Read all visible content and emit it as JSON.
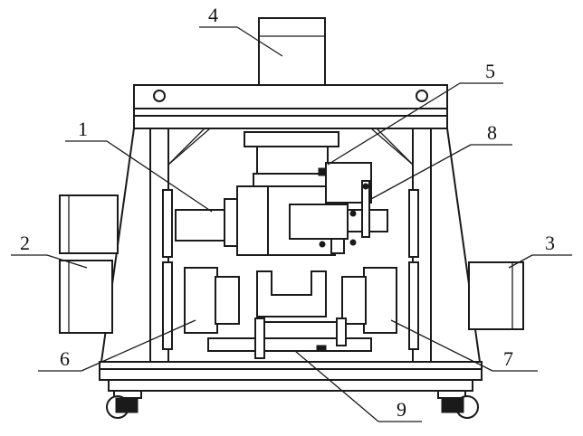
{
  "diagram": {
    "callouts": [
      {
        "id": "1",
        "label": "1"
      },
      {
        "id": "2",
        "label": "2"
      },
      {
        "id": "3",
        "label": "3"
      },
      {
        "id": "4",
        "label": "4"
      },
      {
        "id": "5",
        "label": "5"
      },
      {
        "id": "6",
        "label": "6"
      },
      {
        "id": "7",
        "label": "7"
      },
      {
        "id": "8",
        "label": "8"
      },
      {
        "id": "9",
        "label": "9"
      }
    ],
    "colors": {
      "line": "#1a1a1a",
      "background": "#ffffff"
    }
  }
}
